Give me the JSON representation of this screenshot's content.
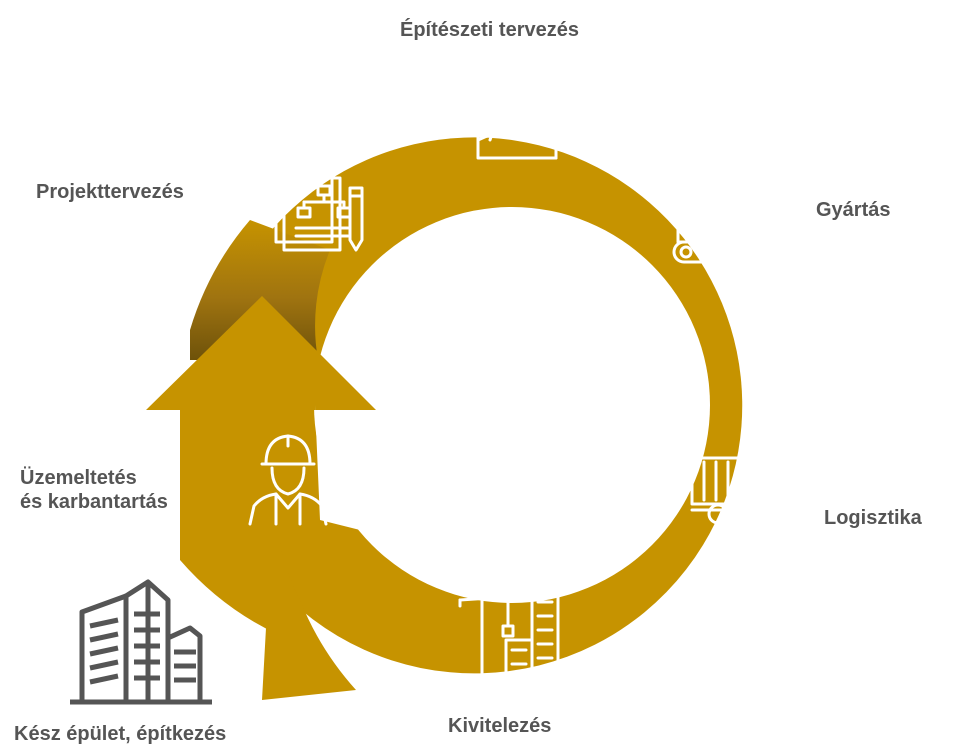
{
  "colors": {
    "ring": "#C69300",
    "ring_dark": "#7A5A08",
    "icon_line": "#FFFFFF",
    "building_line": "#555555",
    "label_text": "#555555",
    "background": "#FFFFFF"
  },
  "stages": {
    "architectural_design": {
      "label": "Építészeti tervezés",
      "icon": "drafting-compass-blueprint-icon"
    },
    "manufacturing": {
      "label": "Gyártás",
      "icon": "robot-arm-conveyor-icon"
    },
    "logistics": {
      "label": "Logisztika",
      "icon": "delivery-truck-icon"
    },
    "construction": {
      "label": "Kivitelezés",
      "icon": "crane-building-icon"
    },
    "operation": {
      "line1": "Üzemeltetés",
      "line2": "és karbantartás",
      "icon": "hard-hat-worker-icon"
    },
    "project_planning": {
      "label": "Projekttervezés",
      "icon": "flowchart-document-pencil-icon"
    },
    "finished_building": {
      "label": "Kész épület, építkezés",
      "icon": "office-buildings-icon"
    }
  }
}
